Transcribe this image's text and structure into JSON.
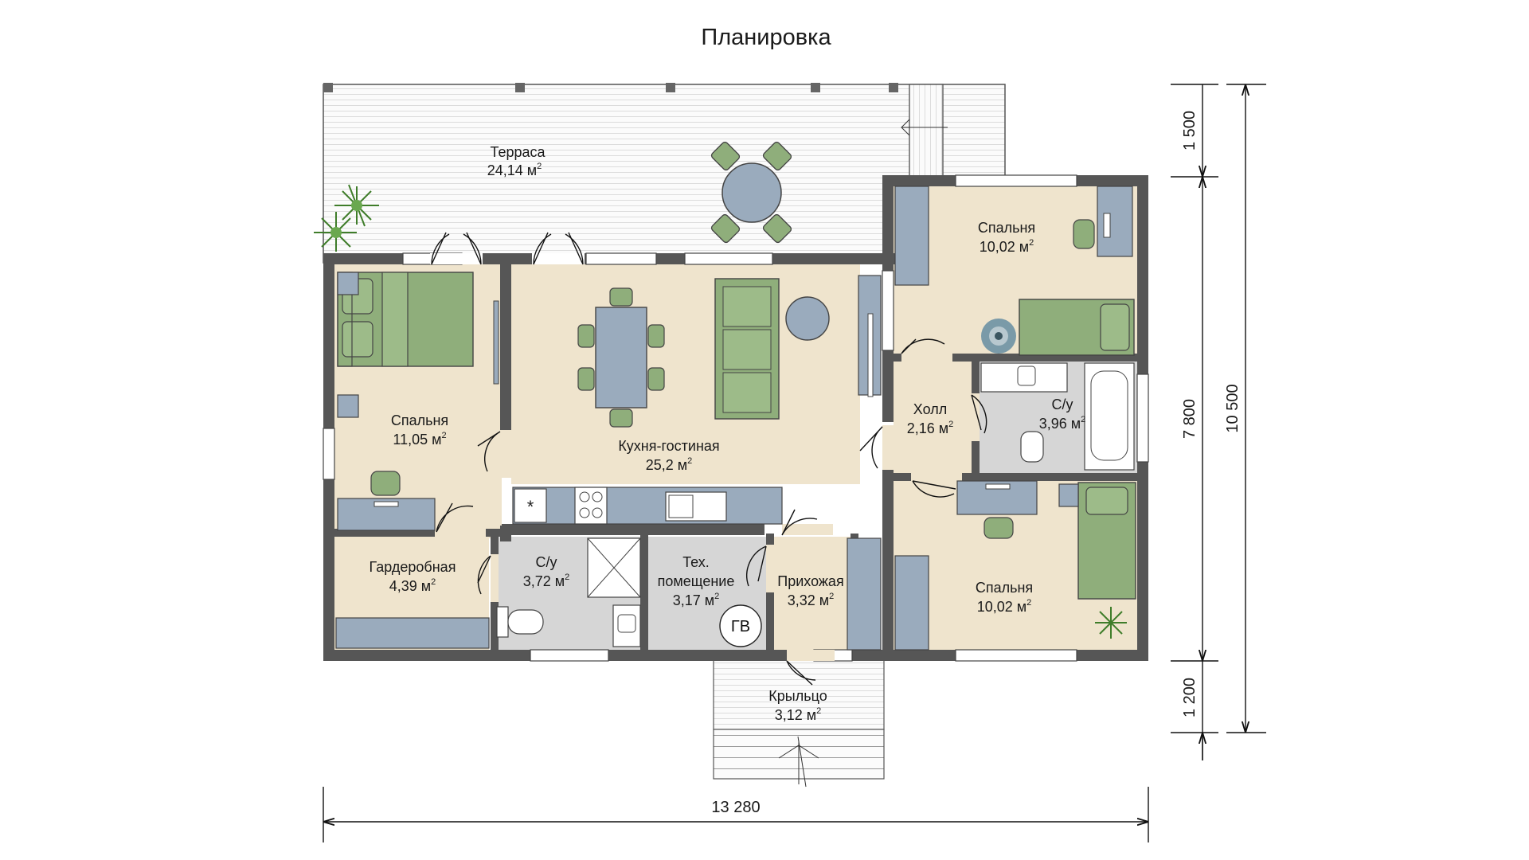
{
  "title": "Планировка",
  "rooms": {
    "terrace": {
      "name": "Терраса",
      "area": "24,14 м",
      "unit_sup": "2"
    },
    "bedroom_left": {
      "name": "Спальня",
      "area": "11,05 м",
      "unit_sup": "2"
    },
    "kitchen_living": {
      "name": "Кухня-гостиная",
      "area": "25,2 м",
      "unit_sup": "2"
    },
    "bedroom_top_right": {
      "name": "Спальня",
      "area": "10,02 м",
      "unit_sup": "2"
    },
    "hall": {
      "name": "Холл",
      "area": "2,16 м",
      "unit_sup": "2"
    },
    "bathroom_right": {
      "name": "С/у",
      "area": "3,96 м",
      "unit_sup": "2"
    },
    "wardrobe": {
      "name": "Гардеробная",
      "area": "4,39 м",
      "unit_sup": "2"
    },
    "bathroom_small": {
      "name": "С/у",
      "area": "3,72 м",
      "unit_sup": "2"
    },
    "tech_room": {
      "name_line1": "Тех.",
      "name_line2": "помещение",
      "area": "3,17 м",
      "unit_sup": "2",
      "boiler_label": "ГВ"
    },
    "entrance_hall": {
      "name": "Прихожая",
      "area": "3,32 м",
      "unit_sup": "2"
    },
    "bedroom_bottom_right": {
      "name": "Спальня",
      "area": "10,02 м",
      "unit_sup": "2"
    },
    "porch": {
      "name": "Крыльцо",
      "area": "3,12 м",
      "unit_sup": "2"
    }
  },
  "dimensions": {
    "width": "13 280",
    "terrace_depth": "1 500",
    "house_depth": "7 800",
    "porch_depth": "1 200",
    "total_depth": "10 500"
  },
  "colors": {
    "wall": "#565656",
    "floor_beige": "#efe4cd",
    "floor_grey": "#d6d6d6",
    "furniture_blue": "#9aabbd",
    "furniture_green": "#8fae7b",
    "terrace_deck": "#f7f7f7"
  }
}
